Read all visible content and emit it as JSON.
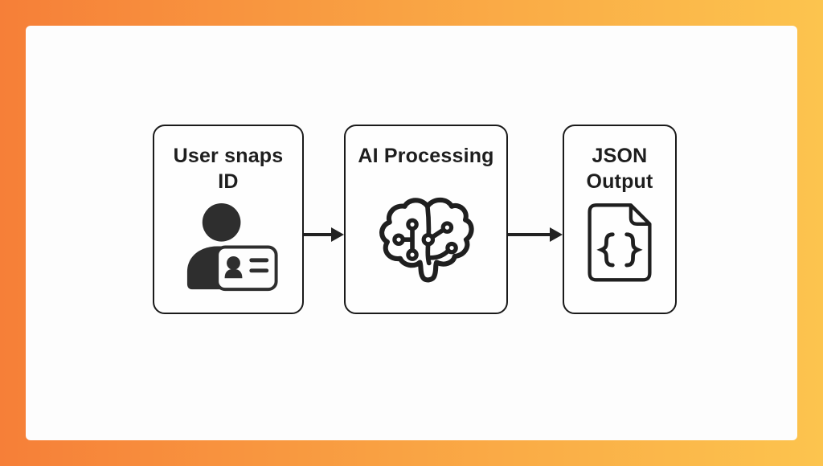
{
  "canvas": {
    "frame_gradient_start": "#f67f38",
    "frame_gradient_end": "#fcc44e",
    "surface_color": "#fdfdfd",
    "ink_color": "#1f1f1f",
    "icon_fill_color": "#2e2e2e"
  },
  "flow": {
    "type": "horizontal-flowchart",
    "steps": [
      {
        "id": "capture",
        "title_lines": [
          "User snaps",
          "ID"
        ],
        "icon": "user-id-card-icon"
      },
      {
        "id": "processing",
        "title_lines": [
          "AI Processing"
        ],
        "icon": "brain-circuit-icon"
      },
      {
        "id": "output",
        "title_lines": [
          "JSON",
          "Output"
        ],
        "icon": "json-file-icon"
      }
    ],
    "connectors": [
      {
        "from": "capture",
        "to": "processing",
        "style": "arrow-right"
      },
      {
        "from": "processing",
        "to": "output",
        "style": "arrow-right"
      }
    ]
  }
}
